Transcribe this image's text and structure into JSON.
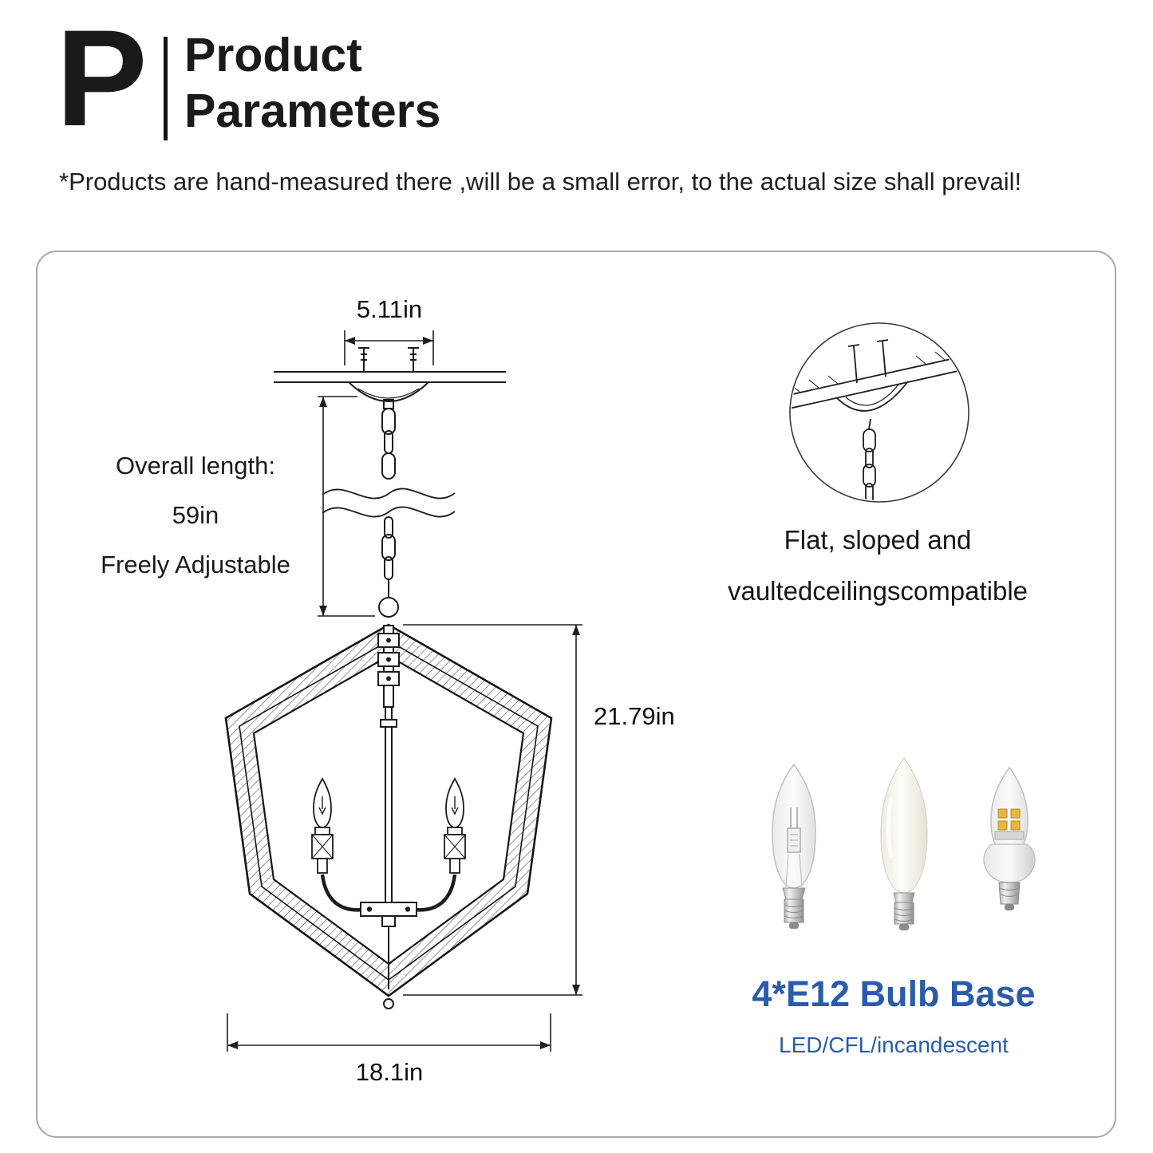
{
  "header": {
    "letter": "P",
    "title_line1": "Product",
    "title_line2": "Parameters",
    "disclaimer": "*Products are hand-measured there ,will be a small error, to the actual size shall prevail!"
  },
  "dimensions": {
    "canopy_width": "5.11in",
    "overall_length_label": "Overall length:",
    "overall_length_value": "59in",
    "overall_length_note": "Freely Adjustable",
    "body_height": "21.79in",
    "body_width": "18.1in"
  },
  "ceiling_note": {
    "line1": "Flat, sloped and",
    "line2": "vaultedceilingscompatible"
  },
  "bulbs": {
    "base_label": "4*E12 Bulb Base",
    "compatible": "LED/CFL/incandescent"
  },
  "colors": {
    "accent_blue": "#2a5caa",
    "line_color": "#1c1c1c",
    "panel_border": "#a9a9a9"
  },
  "icons": {
    "chandelier": "chandelier-line-drawing",
    "ceiling_detail": "ceiling-mount-detail-inset",
    "bulb_left": "halogen-candelabra-bulb",
    "bulb_middle": "frosted-candelabra-bulb",
    "bulb_right": "led-candelabra-bulb"
  }
}
